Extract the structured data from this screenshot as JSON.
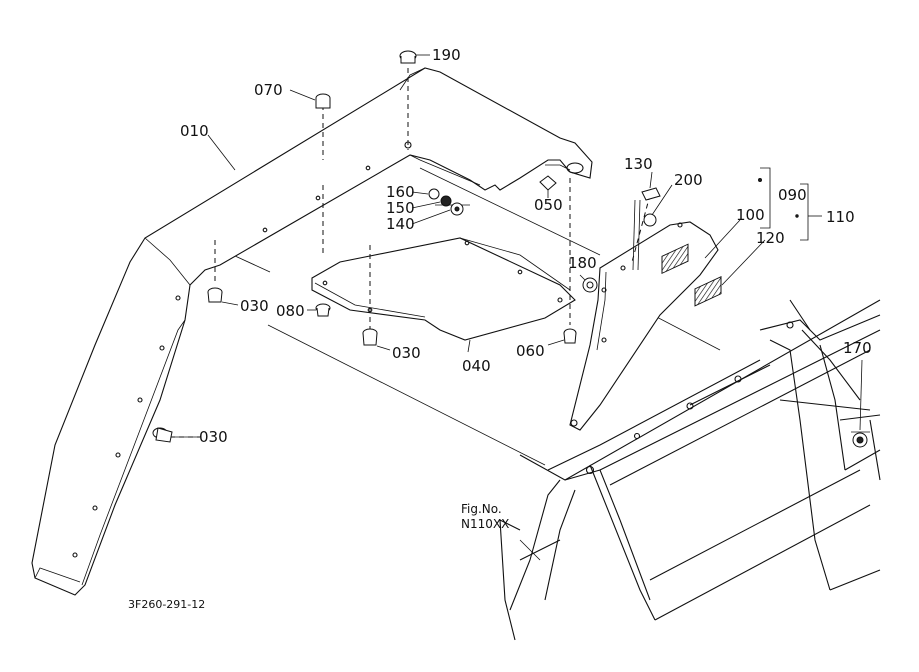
{
  "diagram": {
    "callouts": {
      "p010": "010",
      "p030a": "030",
      "p030b": "030",
      "p030c": "030",
      "p040": "040",
      "p050": "050",
      "p060": "060",
      "p070": "070",
      "p080": "080",
      "p090": "090",
      "p100": "100",
      "p110": "110",
      "p120": "120",
      "p130": "130",
      "p140": "140",
      "p150": "150",
      "p160": "160",
      "p170": "170",
      "p180": "180",
      "p190": "190",
      "p200": "200"
    },
    "fig_ref_line1": "Fig.No.",
    "fig_ref_line2": "N110XX",
    "drawing_code": "3F260-291-12"
  }
}
